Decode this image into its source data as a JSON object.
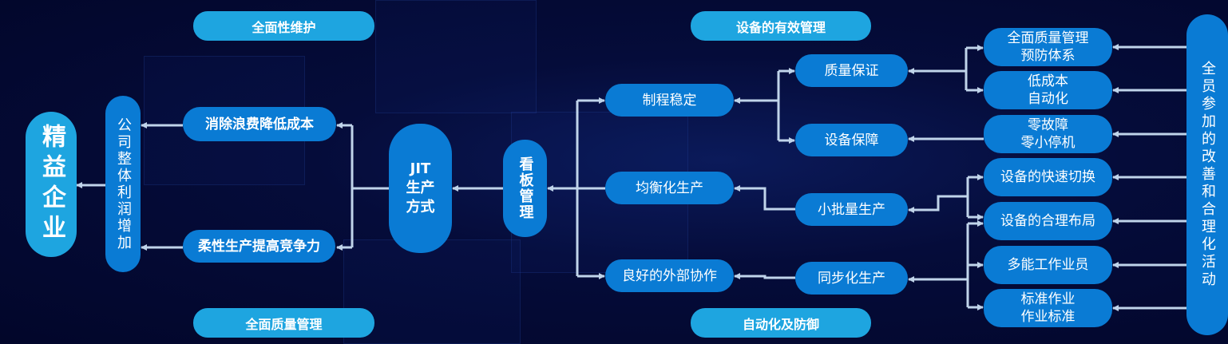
{
  "top_labels": [
    "全面性维护",
    "设备的有效管理"
  ],
  "bottom_labels": [
    "全面质量管理",
    "自动化及防御"
  ],
  "goal": "精益企业",
  "profit": "公司整体利润增加",
  "effects": [
    "消除浪费降低成本",
    "柔性生产提高竞争力"
  ],
  "jit": "JIT\n生产\n方式",
  "kanban": "看板管理",
  "level2": [
    "制程稳定",
    "均衡化生产",
    "良好的外部协作"
  ],
  "level3": [
    "质量保证",
    "设备保障",
    "小批量生产",
    "同步化生产"
  ],
  "level4": [
    "全面质量管理\n预防体系",
    "低成本\n自动化",
    "零故障\n零小停机",
    "设备的快速切换",
    "设备的合理布局",
    "多能工作业员",
    "标准作业\n作业标准"
  ],
  "foundation": "全员参加的改善和合理化活动",
  "colors": {
    "box": "#0a7bd4",
    "light_box": "#1ea5e0",
    "arrow": "#c0d4ea",
    "background": "#02062a"
  }
}
